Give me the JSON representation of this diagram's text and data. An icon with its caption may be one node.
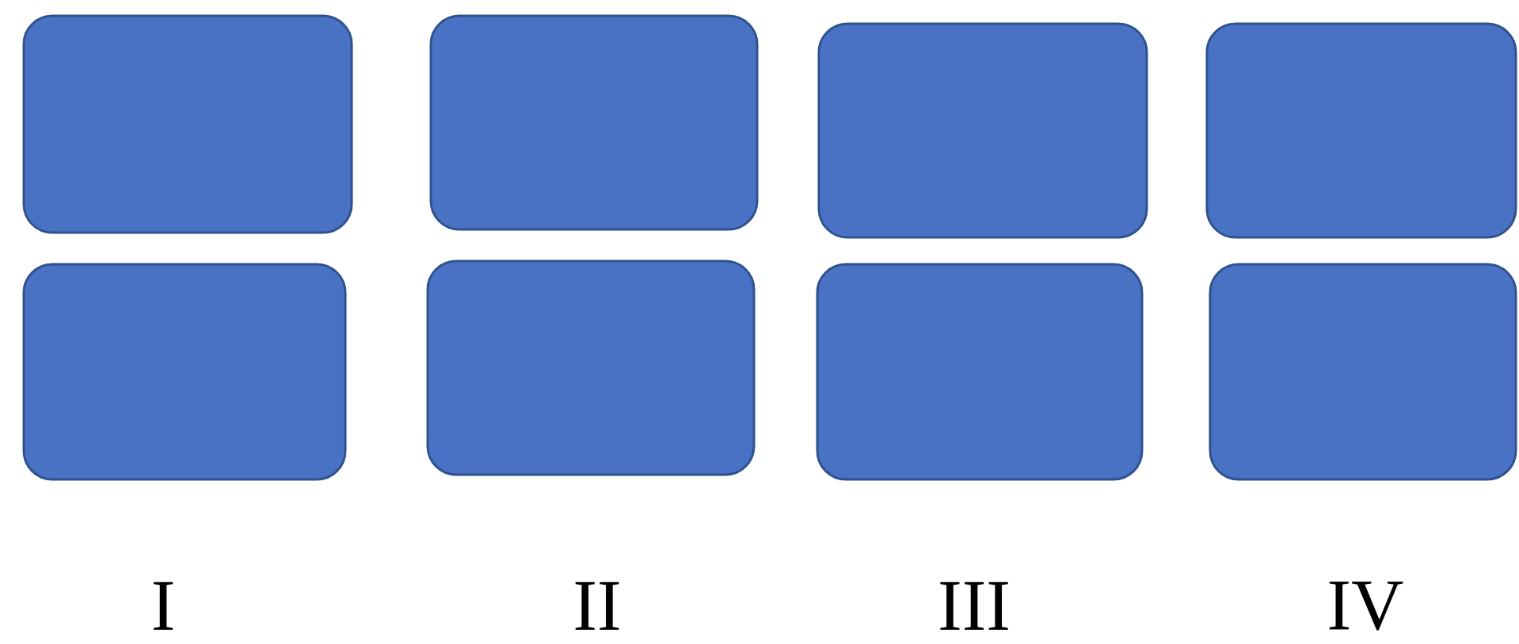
{
  "diagram": {
    "nodes": [
      {
        "text": [],
        "shape": "box"
      },
      {
        "text": [],
        "shape": "box"
      },
      {
        "text": [],
        "shape": "box"
      },
      {
        "text": [],
        "shape": "box"
      },
      {
        "text": [],
        "shape": "box"
      },
      {
        "text": [],
        "shape": "box"
      },
      {
        "text": [],
        "shape": "box"
      },
      {
        "text": [],
        "shape": "box"
      }
    ],
    "labels": [
      "I",
      "II",
      "III",
      "IV"
    ]
  }
}
